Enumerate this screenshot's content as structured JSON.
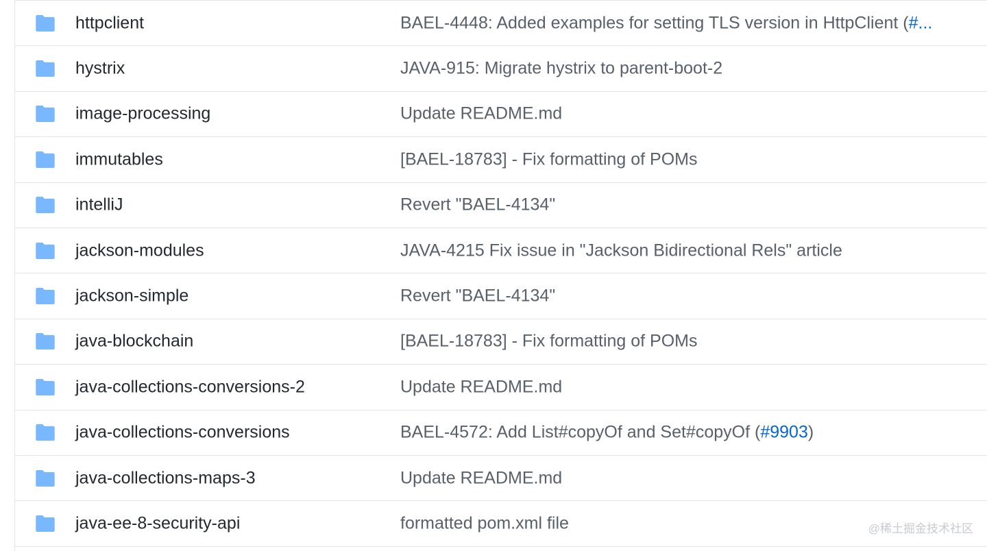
{
  "colors": {
    "folder_icon": "#79b8ff",
    "file_name": "#24292e",
    "commit_message": "#586069",
    "link": "#0366d6",
    "border": "#e1e4e8"
  },
  "rows": [
    {
      "icon": "folder-icon",
      "name": "httpclient",
      "message": "BAEL-4448: Added examples for setting TLS version in HttpClient (",
      "link": "#...",
      "suffix": ""
    },
    {
      "icon": "folder-icon",
      "name": "hystrix",
      "message": "JAVA-915: Migrate hystrix to parent-boot-2",
      "link": "",
      "suffix": ""
    },
    {
      "icon": "folder-icon",
      "name": "image-processing",
      "message": "Update README.md",
      "link": "",
      "suffix": ""
    },
    {
      "icon": "folder-icon",
      "name": "immutables",
      "message": "[BAEL-18783] - Fix formatting of POMs",
      "link": "",
      "suffix": ""
    },
    {
      "icon": "folder-icon",
      "name": "intelliJ",
      "message": "Revert \"BAEL-4134\"",
      "link": "",
      "suffix": ""
    },
    {
      "icon": "folder-icon",
      "name": "jackson-modules",
      "message": "JAVA-4215 Fix issue in \"Jackson Bidirectional Rels\" article",
      "link": "",
      "suffix": ""
    },
    {
      "icon": "folder-icon",
      "name": "jackson-simple",
      "message": "Revert \"BAEL-4134\"",
      "link": "",
      "suffix": ""
    },
    {
      "icon": "folder-icon",
      "name": "java-blockchain",
      "message": "[BAEL-18783] - Fix formatting of POMs",
      "link": "",
      "suffix": ""
    },
    {
      "icon": "folder-icon",
      "name": "java-collections-conversions-2",
      "message": "Update README.md",
      "link": "",
      "suffix": ""
    },
    {
      "icon": "folder-icon",
      "name": "java-collections-conversions",
      "message": "BAEL-4572: Add List#copyOf and Set#copyOf (",
      "link": "#9903",
      "suffix": ")"
    },
    {
      "icon": "folder-icon",
      "name": "java-collections-maps-3",
      "message": "Update README.md",
      "link": "",
      "suffix": ""
    },
    {
      "icon": "folder-icon",
      "name": "java-ee-8-security-api",
      "message": "formatted pom.xml file",
      "link": "",
      "suffix": ""
    }
  ],
  "watermark": "@稀土掘金技术社区"
}
